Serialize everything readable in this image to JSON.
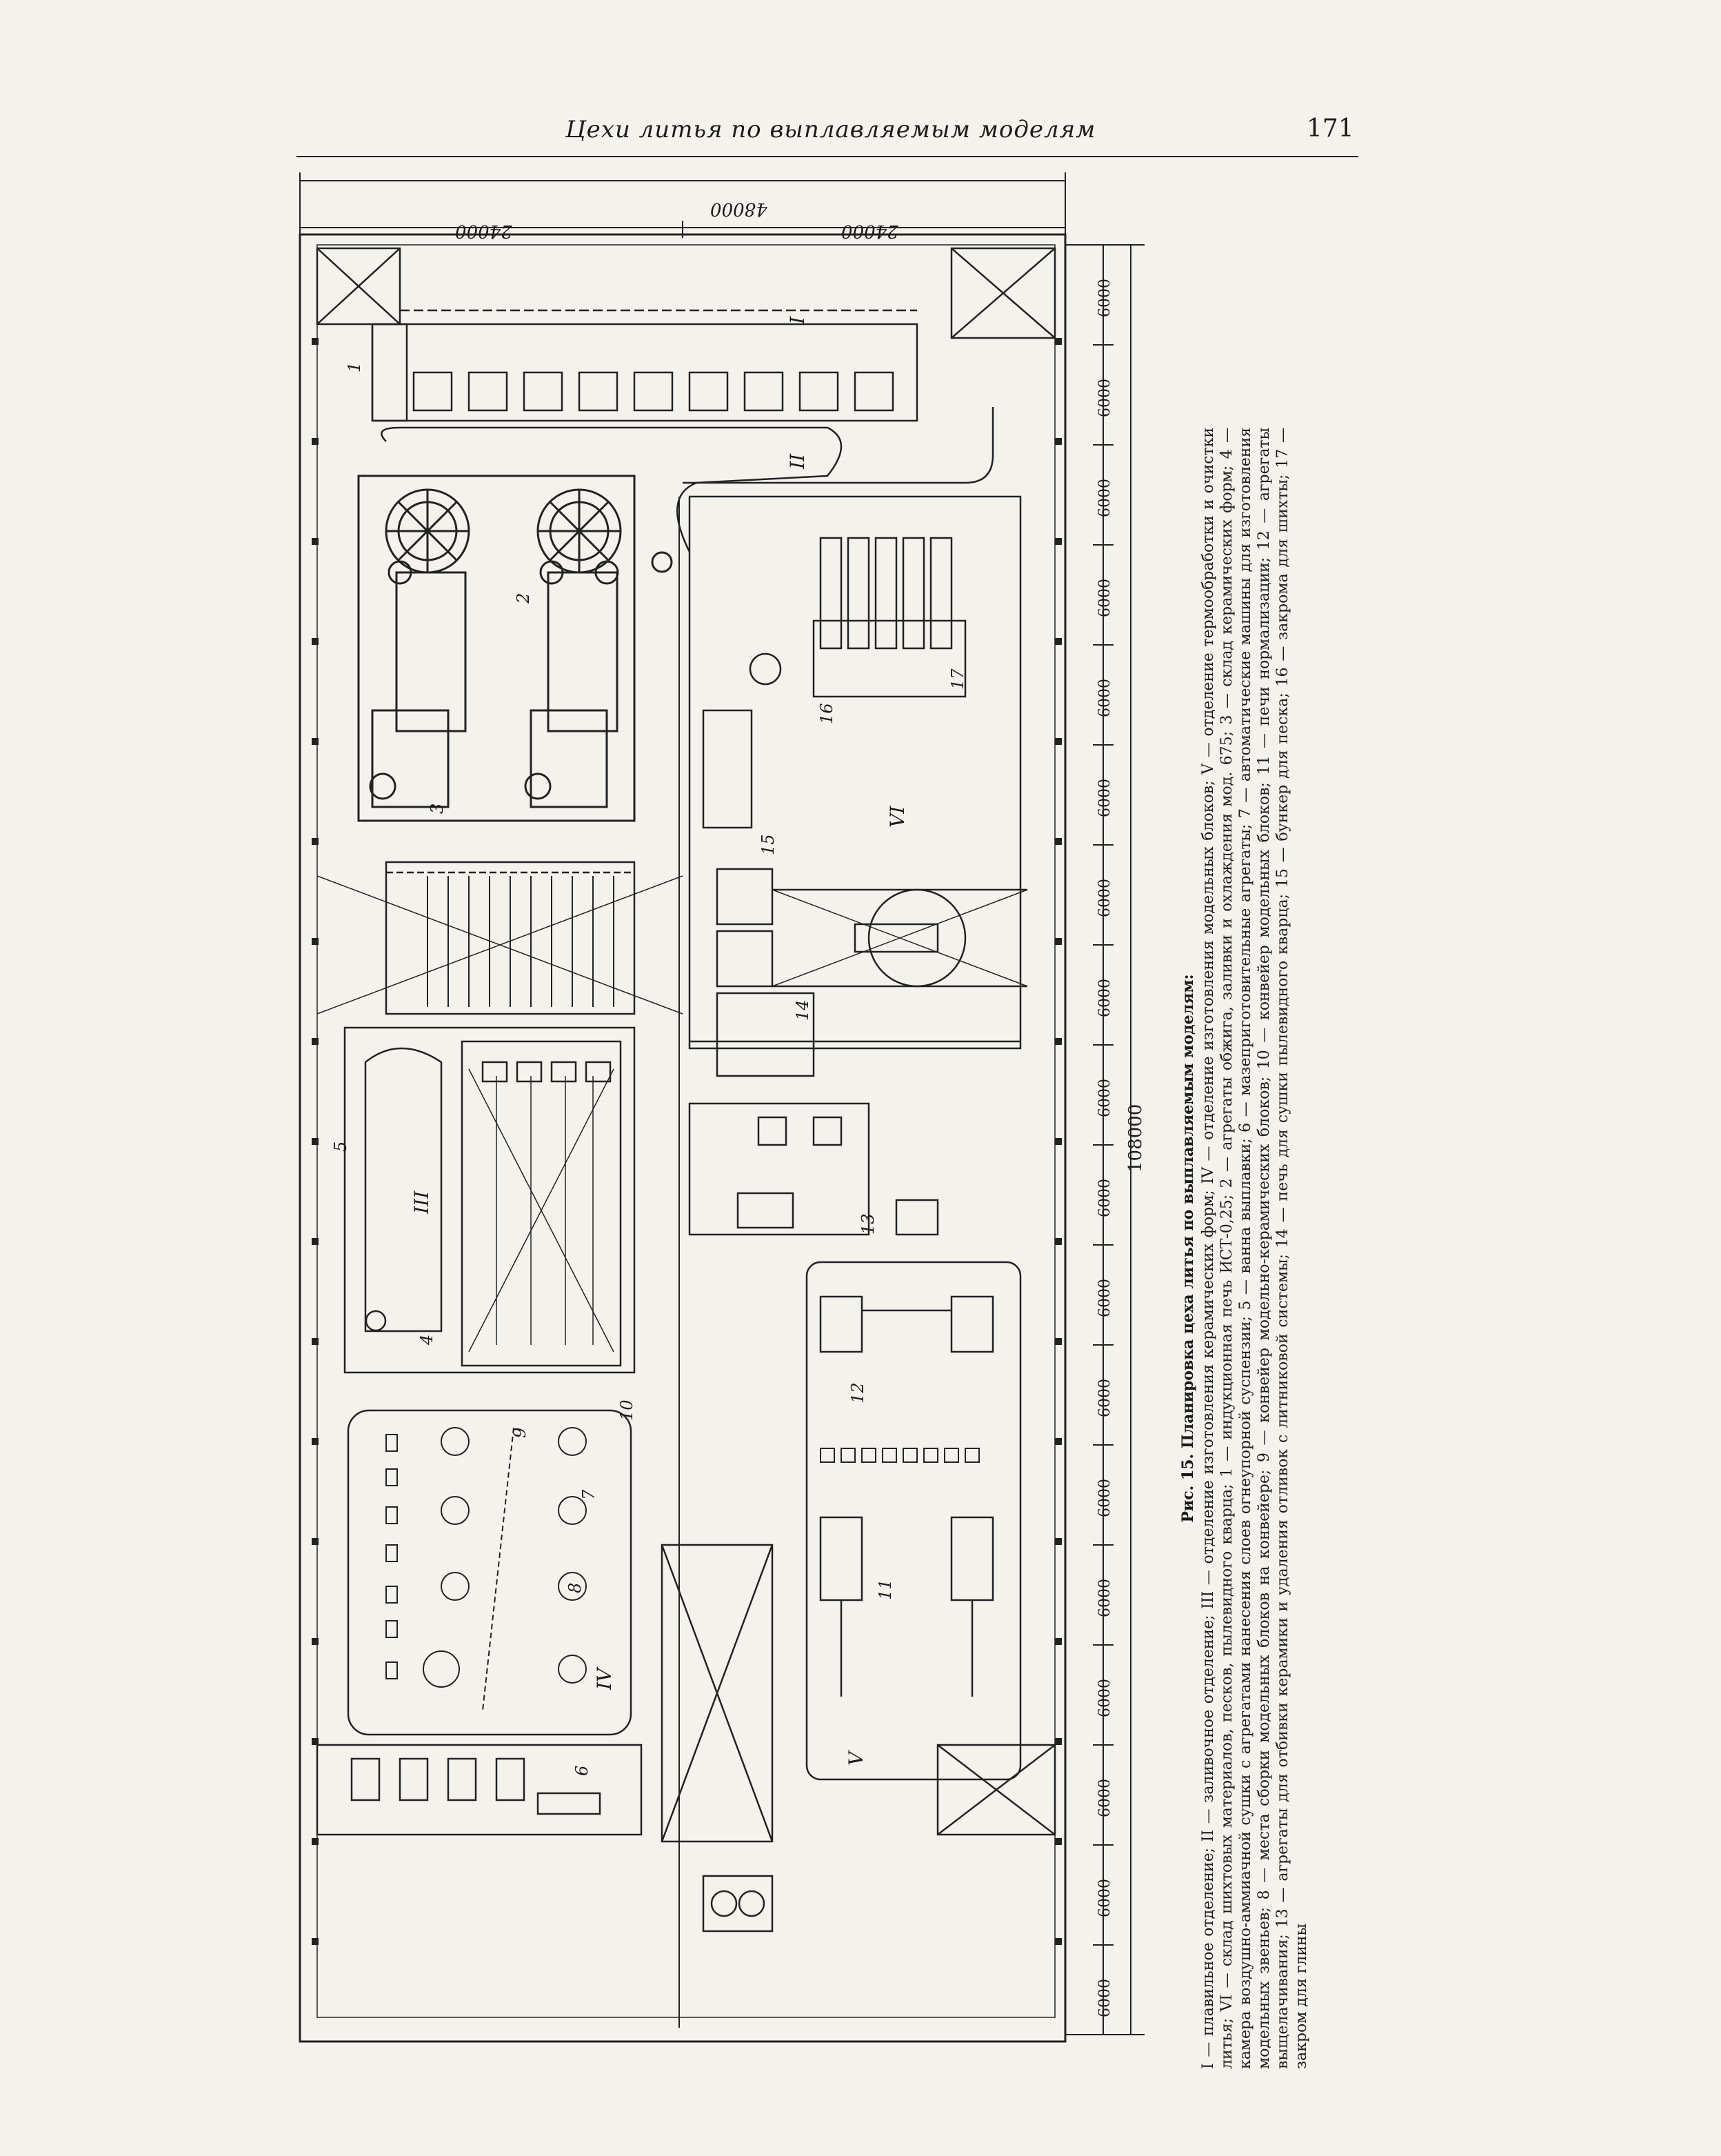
{
  "header": {
    "running_title": "Цехи литья по выплавляемым моделям",
    "page_number": "171"
  },
  "plan": {
    "dim_top_total": "48000",
    "dim_top_left": "24000",
    "dim_top_right": "24000",
    "dim_right_total": "108000",
    "bay": "6000",
    "sections": [
      "I",
      "II",
      "III",
      "IV",
      "V",
      "VI"
    ],
    "items": [
      "1",
      "2",
      "3",
      "4",
      "5",
      "6",
      "7",
      "8",
      "9",
      "10",
      "11",
      "12",
      "13",
      "14",
      "15",
      "16",
      "17"
    ]
  },
  "caption": {
    "title": "Рис. 15. Планировка цеха литья по выплавляемым моделям:",
    "legend": "I — плавильное отделение; II — заливочное отделение; III — отделение изготовления керамических форм; IV — отделение изготовления модельных блоков; V — отделение термообработки и очистки литья; VI — склад шихтовых материалов, песков, пылевидного кварца; 1 — индукционная печь ИСТ-0,25; 2 — агрегаты обжига, заливки и охлаждения мод. 675; 3 — склад керамических форм; 4 — камера воздушно-аммиачной сушки с агрегатами нанесения слоев огнеупорной суспензии; 5 — ванна выплавки; 6 — мазеприготовительные агрегаты; 7 — автоматические машины для изготовления модельных звеньев; 8 — места сборки модельных блоков на конвейере; 9 — конвейер модельно-керамических блоков; 10 — конвейер модельных блоков; 11 — печи нормализации; 12 — агрегаты выщелачивания; 13 — агрегаты для отбивки керамики и удаления отливок с литниковой системы; 14 — печь для сушки пылевидного кварца; 15 — бункер для песка; 16 — закрома для шихты; 17 — закром для глины"
  }
}
